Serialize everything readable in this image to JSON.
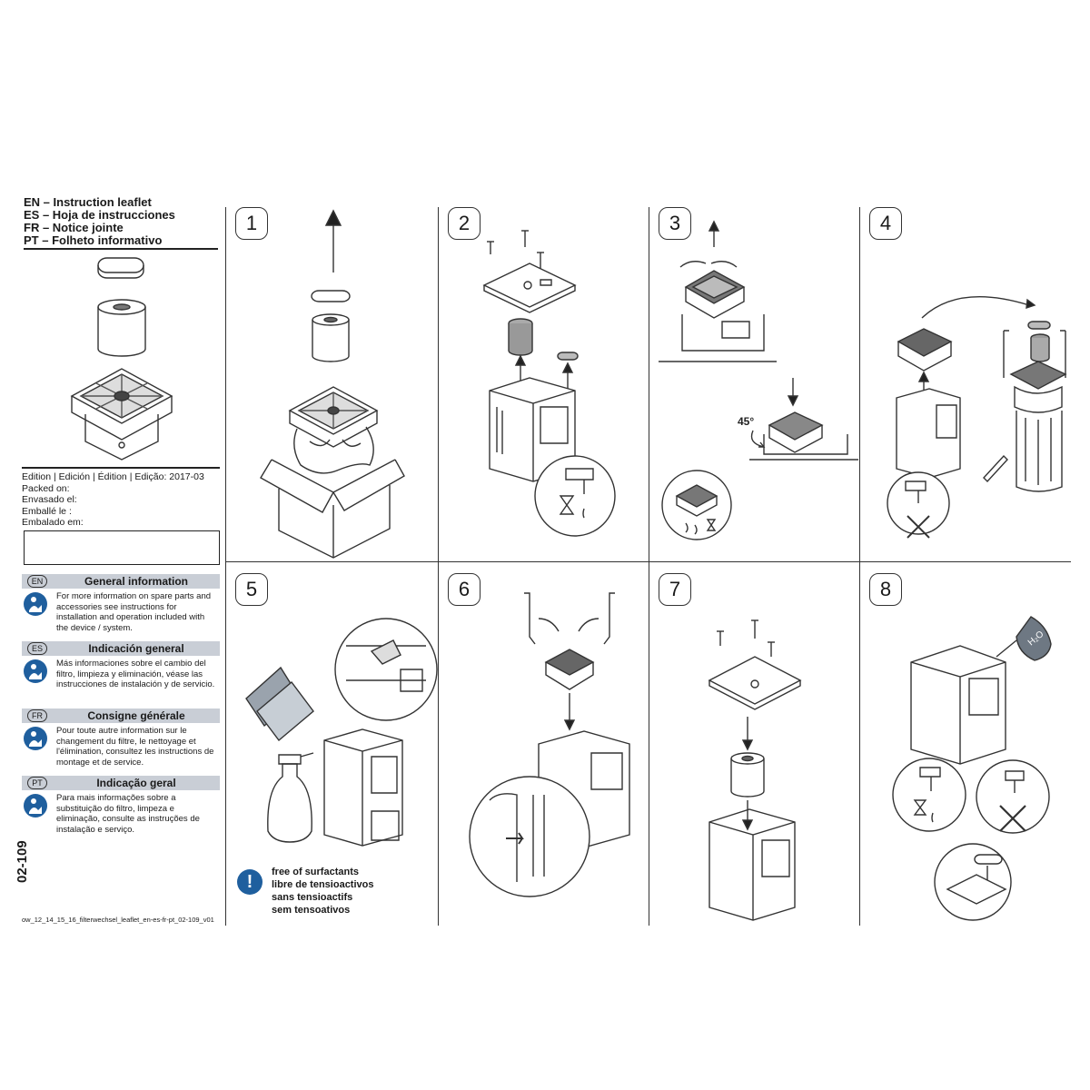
{
  "header": {
    "titles": [
      "EN – Instruction leaflet",
      "ES – Hoja de instrucciones",
      "FR – Notice jointe",
      "PT – Folheto informativo"
    ]
  },
  "edition": {
    "line": "Edition | Edición | Édition | Edição: 2017-03",
    "packed": [
      "Packed on:",
      "Envasado el:",
      "Emballé le :",
      "Embalado em:"
    ]
  },
  "info_sections": [
    {
      "code": "EN",
      "title": "General information",
      "text": "For more information on spare parts and accessories see instructions for installation and operation included with the device / system."
    },
    {
      "code": "ES",
      "title": "Indicación general",
      "text": "Más informaciones sobre el cambio del filtro, limpieza y eliminación, véase las instrucciones de instalación y de servicio."
    },
    {
      "code": "FR",
      "title": "Consigne générale",
      "text": "Pour toute autre information sur le changement du filtre, le nettoyage et l'élimination, consultez les instructions de montage et de service."
    },
    {
      "code": "PT",
      "title": "Indicação geral",
      "text": "Para mais informações sobre a substituição do filtro, limpeza e eliminação, consulte as instruções de instalação e serviço."
    }
  ],
  "doc_number": "02-109",
  "filename": "ow_12_14_15_16_filterwechsel_leaflet_en-es-fr-pt_02-109_v01",
  "steps": [
    "1",
    "2",
    "3",
    "4",
    "5",
    "6",
    "7",
    "8"
  ],
  "step3_angle": "45°",
  "step8_label": "H₂O",
  "note5": [
    "free of surfactants",
    "libre de tensioactivos",
    "sans tensioactifs",
    "sem tensoativos"
  ],
  "note5_icon": "!",
  "colors": {
    "accent": "#1f5f9e",
    "header_bar": "#c9ced6",
    "line": "#333333"
  }
}
